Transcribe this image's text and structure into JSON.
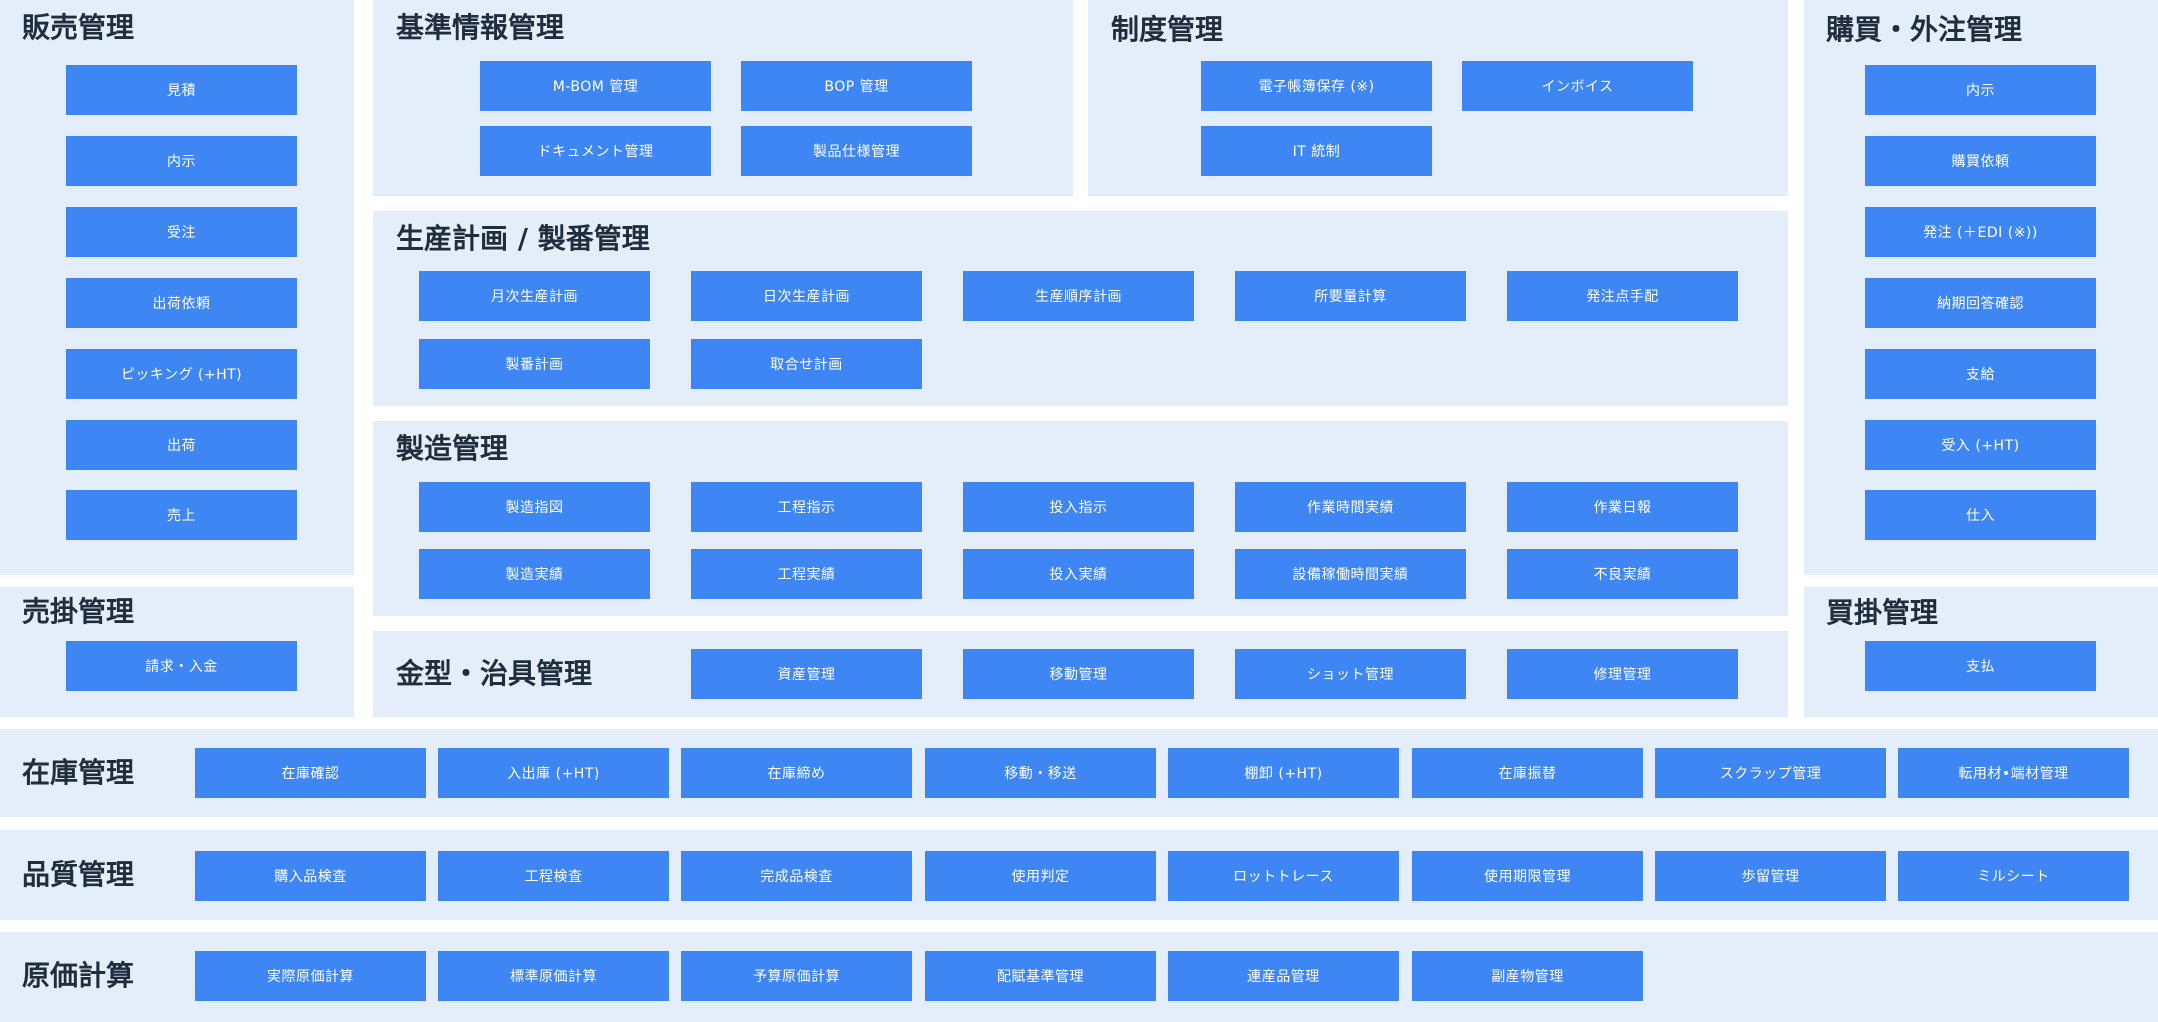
{
  "sales": {
    "title": "販売管理",
    "items": [
      "見積",
      "内示",
      "受注",
      "出荷依頼",
      "ピッキング (+HT)",
      "出荷",
      "売上"
    ]
  },
  "receivable": {
    "title": "売掛管理",
    "items": [
      "請求・入金"
    ]
  },
  "master": {
    "title": "基準情報管理",
    "items": [
      "M-BOM 管理",
      "BOP 管理",
      "ドキュメント管理",
      "製品仕様管理"
    ]
  },
  "compliance": {
    "title": "制度管理",
    "items": [
      "電子帳簿保存 (※)",
      "インボイス",
      "IT 統制"
    ]
  },
  "planning": {
    "title": "生産計画 / 製番管理",
    "items": [
      "月次生産計画",
      "日次生産計画",
      "生産順序計画",
      "所要量計算",
      "発注点手配",
      "製番計画",
      "取合せ計画"
    ]
  },
  "manufacturing": {
    "title": "製造管理",
    "items": [
      "製造指図",
      "工程指示",
      "投入指示",
      "作業時間実績",
      "作業日報",
      "製造実績",
      "工程実績",
      "投入実績",
      "設備稼働時間実績",
      "不良実績"
    ]
  },
  "mold": {
    "title": "金型・治具管理",
    "items": [
      "資産管理",
      "移動管理",
      "ショット管理",
      "修理管理"
    ]
  },
  "purchasing": {
    "title": "購買・外注管理",
    "items": [
      "内示",
      "購買依頼",
      "発注 (＋EDI (※))",
      "納期回答確認",
      "支給",
      "受入 (+HT)",
      "仕入"
    ]
  },
  "payable": {
    "title": "買掛管理",
    "items": [
      "支払"
    ]
  },
  "inventory": {
    "title": "在庫管理",
    "items": [
      "在庫確認",
      "入出庫 (+HT)",
      "在庫締め",
      "移動・移送",
      "棚卸 (+HT)",
      "在庫振替",
      "スクラップ管理",
      "転用材•端材管理"
    ]
  },
  "quality": {
    "title": "品質管理",
    "items": [
      "購入品検査",
      "工程検査",
      "完成品検査",
      "使用判定",
      "ロットトレース",
      "使用期限管理",
      "歩留管理",
      "ミルシート"
    ]
  },
  "costing": {
    "title": "原価計算",
    "items": [
      "実際原価計算",
      "標準原価計算",
      "予算原価計算",
      "配賦基準管理",
      "連産品管理",
      "副産物管理"
    ]
  },
  "colors": {
    "panel_bg": "#e4eefb",
    "button_bg": "#3d86f3",
    "button_text": "#ffffff",
    "title_text": "#1f2d3d"
  }
}
